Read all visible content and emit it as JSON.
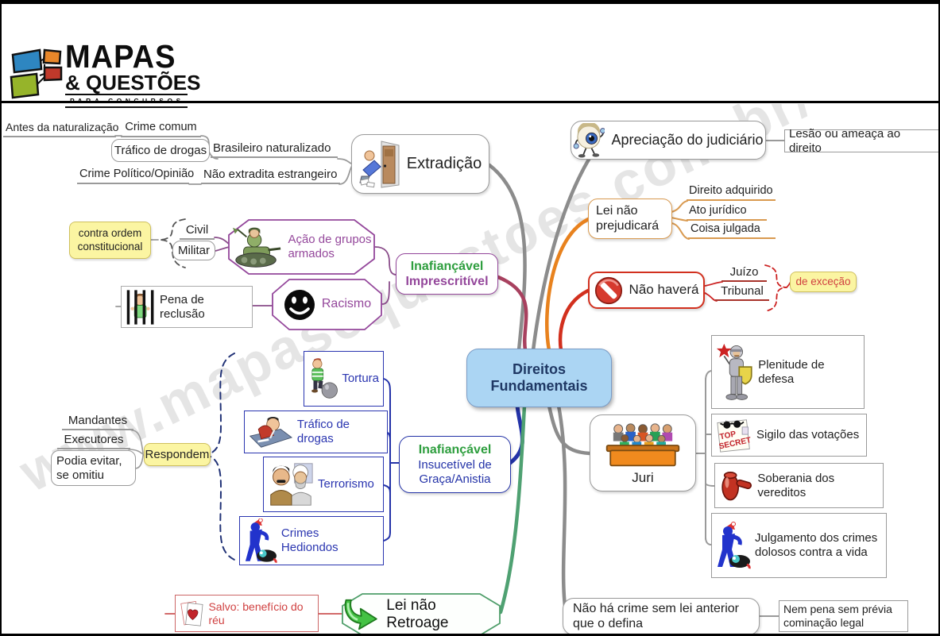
{
  "header": {
    "logo_line1": "MAPAS",
    "logo_line2": "& QUESTÕES",
    "logo_line3": "PARA CONCURSOS"
  },
  "watermark": "www.mapasequestoes.com.br/",
  "central": {
    "label": "Direitos\nFundamentais"
  },
  "extradicao": {
    "label": "Extradição",
    "antes_naturalizacao": "Antes da naturalização",
    "crime_comum": "Crime comum",
    "trafico_drogas": "Tráfico de drogas",
    "brasileiro_naturalizado": "Brasileiro naturalizado",
    "crime_politico": "Crime Político/Opinião",
    "nao_extradita": "Não extradita estrangeiro"
  },
  "imprescritivel": {
    "line1": "Inafiançável",
    "line2": "Imprescritível",
    "contra_ordem": "contra ordem\nconstitucional",
    "civil": "Civil",
    "militar": "Militar",
    "acao_grupos": "Ação de grupos\narmados",
    "pena_reclusao": "Pena de reclusão",
    "racismo": "Racismo"
  },
  "insucetivel": {
    "line1": "Inafiançável",
    "line2": "Insucetível de\nGraça/Anistia",
    "mandantes": "Mandantes",
    "executores": "Executores",
    "podia_evitar": "Podia evitar,\nse omitiu",
    "respondem": "Respondem",
    "tortura": "Tortura",
    "trafico_drogas": "Tráfico de drogas",
    "terrorismo": "Terrorismo",
    "crimes_hediondos": "Crimes Hediondos"
  },
  "retroage": {
    "label": "Lei não Retroage",
    "salvo": "Salvo: benefício do réu"
  },
  "apreciacao": {
    "label": "Apreciação do judiciário",
    "lesao": "Lesão ou ameaça ao direito"
  },
  "prejudicara": {
    "label": "Lei não\nprejudicará",
    "direito_adquirido": "Direito adquirido",
    "ato_juridico": "Ato jurídico",
    "coisa_julgada": "Coisa julgada"
  },
  "nao_havera": {
    "label": "Não haverá",
    "juizo": "Juízo",
    "tribunal": "Tribunal",
    "de_excecao": "de exceção"
  },
  "juri": {
    "label": "Juri",
    "plenitude": "Plenitude de defesa",
    "sigilo": "Sigilo das votações",
    "soberania": "Soberania dos vereditos",
    "julgamento": "Julgamento dos crimes\ndolosos contra a vida"
  },
  "nao_ha_crime": {
    "label": "Não há crime sem lei anterior\nque o defina",
    "nem_pena": "Nem pena sem prévia\ncominação legal"
  },
  "colors": {
    "central_fill": "#abd5f3",
    "central_text": "#1f3864",
    "branch_gray": "#8c8c8c",
    "branch_maroon": "#a8415f",
    "branch_orange": "#e8821e",
    "branch_red": "#d2301e",
    "branch_blue": "#2433a8",
    "branch_green": "#4fa172",
    "purple": "#94479b",
    "blue_box": "#2a35b0",
    "green_text": "#2e9e3e",
    "yellow_fill": "#fbf5a2",
    "red_text": "#d04040",
    "tan": "#d99a50"
  },
  "icons": [
    "door-kickout",
    "tank-soldier",
    "smiley-face",
    "prison-bars",
    "ball-chain",
    "drug-table",
    "terrorists",
    "hediondo-attacker",
    "cards-heart",
    "green-curved-arrow",
    "eye-character",
    "no-entry-sign",
    "jury-bench",
    "knight-shield",
    "top-secret",
    "gavel",
    "crime-attacker"
  ]
}
